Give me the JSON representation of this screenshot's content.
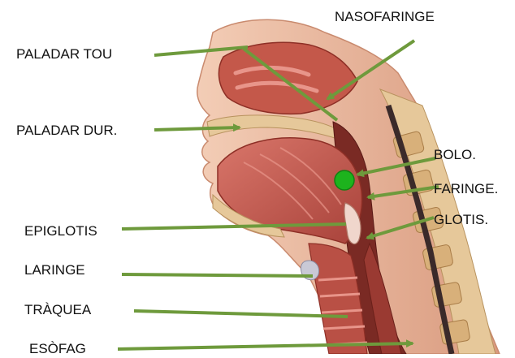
{
  "labels": {
    "nasofaringe": "NASOFARINGE",
    "paladar_tou": "PALADAR TOU",
    "paladar_dur": "PALADAR DUR.",
    "bolo": "BOLO.",
    "faringe": "FARINGE.",
    "glotis": "GLOTIS.",
    "epiglotis": "EPIGLOTIS",
    "laringe": "LARINGE",
    "traquea": "TRÀQUEA",
    "esofag": "ESÒFAG"
  },
  "colors": {
    "pointer": "#6e9a3c",
    "bolus": "#1db31d",
    "tissue": "#c95a4e",
    "bone": "#e6c89a",
    "skin": "#efc2a8",
    "background": "#ffffff"
  }
}
